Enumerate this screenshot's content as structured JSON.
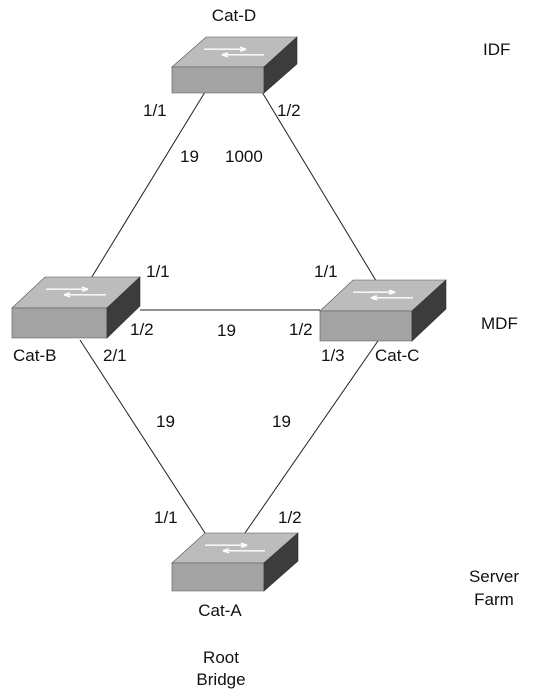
{
  "switches": [
    {
      "name": "Cat-D"
    },
    {
      "name": "Cat-B"
    },
    {
      "name": "Cat-C"
    },
    {
      "name": "Cat-A"
    }
  ],
  "tiers": {
    "idf": "IDF",
    "mdf": "MDF",
    "server_farm_line1": "Server",
    "server_farm_line2": "Farm"
  },
  "root_bridge": {
    "line1": "Root",
    "line2": "Bridge"
  },
  "links": [
    {
      "from": "Cat-D",
      "from_port": "1/1",
      "to": "Cat-B",
      "to_port": "1/1",
      "cost": "19"
    },
    {
      "from": "Cat-D",
      "from_port": "1/2",
      "to": "Cat-C",
      "to_port": "1/1",
      "cost": "1000"
    },
    {
      "from": "Cat-B",
      "from_port": "1/2",
      "to": "Cat-C",
      "to_port": "1/2",
      "cost": "19"
    },
    {
      "from": "Cat-B",
      "from_port": "2/1",
      "to": "Cat-A",
      "to_port": "1/1",
      "cost": "19"
    },
    {
      "from": "Cat-C",
      "from_port": "1/3",
      "to": "Cat-A",
      "to_port": "1/2",
      "cost": "19"
    }
  ],
  "colors": {
    "switch_top": "#b9b9b9",
    "switch_front": "#9a9a9a",
    "switch_side": "#3a3a3a",
    "arrow": "#ffffff",
    "line": "#222222"
  }
}
